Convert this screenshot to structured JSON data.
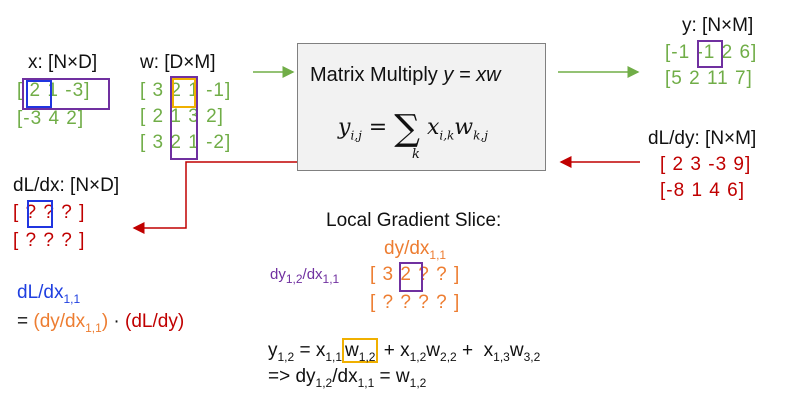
{
  "x_block": {
    "label": "x: [N×D]",
    "row1": "[ 2  1 -3]",
    "row2": "[-3  4  2]"
  },
  "w_block": {
    "label": "w: [D×M]",
    "row1": "[ 3  2  1 -1]",
    "row2": "[ 2  1  3  2]",
    "row3": "[ 3  2  1 -2]"
  },
  "y_block": {
    "label": "y: [N×M]",
    "row1": "[-1 -1  2  6]",
    "row2": "[5  2  11  7]"
  },
  "dldy_block": {
    "label": "dL/dy: [N×M]",
    "row1": "[ 2  3 -3  9]",
    "row2": "[-8  1  4  6]"
  },
  "dldx_block": {
    "label": "dL/dx: [N×D]",
    "row1": "[ ?   ?   ?  ]",
    "row2": "[ ?   ?   ?  ]"
  },
  "matmul": {
    "title_prefix": "Matrix Multiply ",
    "title_eq": "y = xw"
  },
  "local_slice": {
    "title": "Local Gradient Slice:",
    "orange_label": "dy/dx",
    "orange_sub": "1,1",
    "purple_label": "dy",
    "purple_sub1": "1,2",
    "purple_mid": "/dx",
    "purple_sub2": "1,1",
    "row1": "[ 3  2  ?  ? ]",
    "row2": "[ ?  ?  ?  ? ]"
  },
  "dl_dx11": {
    "line1": "dL/dx",
    "line1_sub": "1,1",
    "eq": "= ",
    "orange_part": "(dy/dx",
    "orange_sub": "1,1",
    "orange_close": ")",
    "dot": " · ",
    "red_part": "(dL/dy)"
  },
  "bottom_eq": {
    "line1": "y1,2 = x1,1 w1,2 + x1,2 w2,2 +  x1,3 w3,2",
    "line2": "=> dy1,2/dx1,1 = w1,2"
  }
}
